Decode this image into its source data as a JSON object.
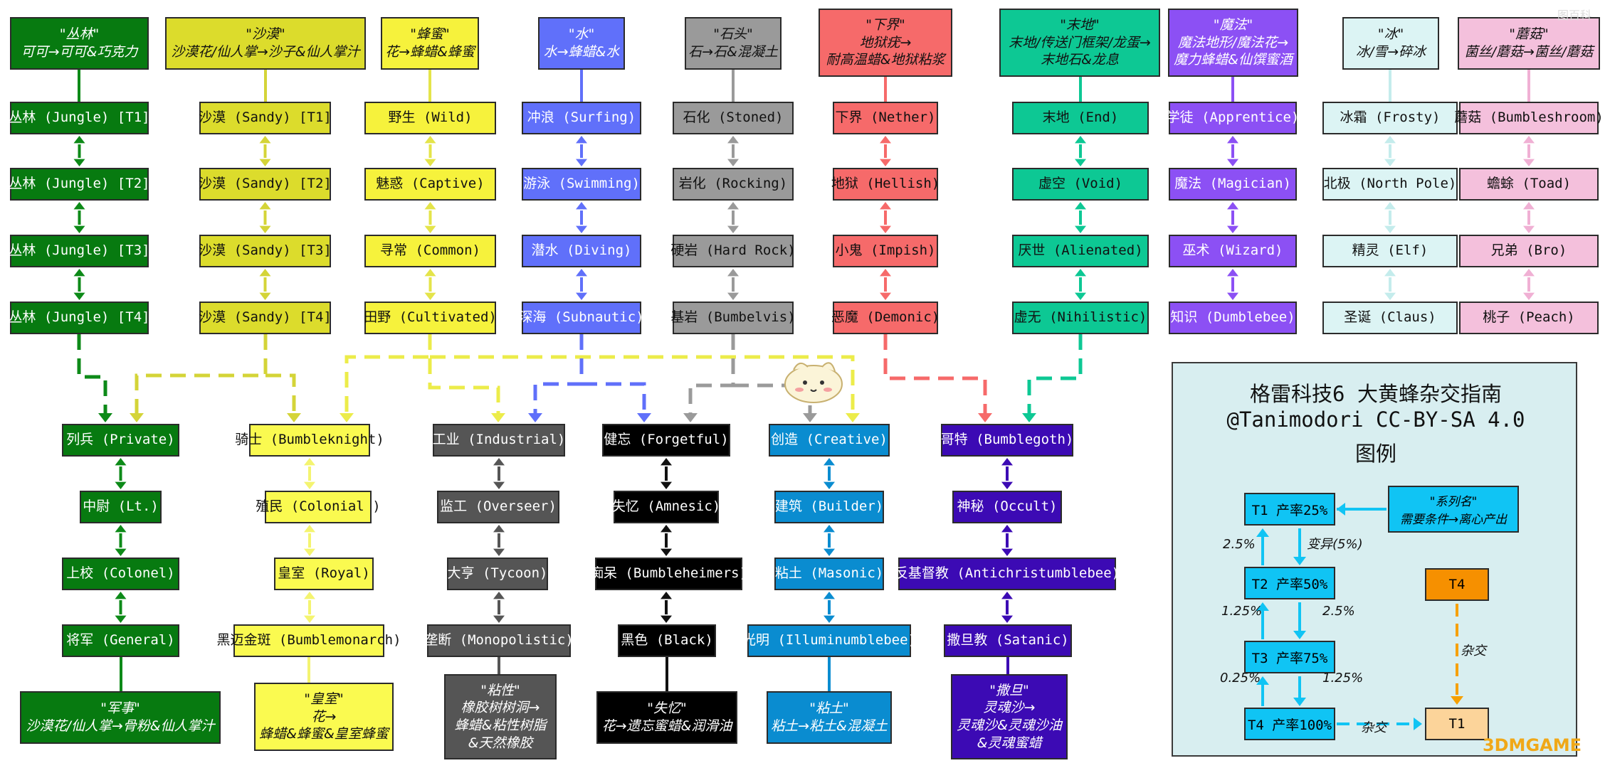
{
  "colors": {
    "jungle": "#077a10",
    "sandy": "#dcdc2c",
    "wild": "#f6f23c",
    "water": "#6070fa",
    "stone": "#9a9a9a",
    "nether": "#f66a6a",
    "end": "#0dc894",
    "magic": "#8c50f4",
    "ice": "#dcf4f4",
    "shroom": "#f4c0dc",
    "private": "#077a10",
    "knight": "#fafa50",
    "industrial": "#555555",
    "forgetful": "#000000",
    "creative": "#0a8cd0",
    "goth": "#3c0ab4",
    "legend_bg": "#d8eef0",
    "legend_t": "#10c4f4",
    "legend_t4": "#f69000",
    "legend_t1": "#fcd49a"
  },
  "headers": [
    {
      "id": "h-jungle",
      "lines": [
        "\"丛林\"",
        "可可→可可&巧克力"
      ]
    },
    {
      "id": "h-sandy",
      "lines": [
        "\"沙漠\"",
        "沙漠花/仙人掌→沙子&仙人掌汁"
      ]
    },
    {
      "id": "h-wild",
      "lines": [
        "\"蜂蜜\"",
        "花→蜂蜡&蜂蜜"
      ]
    },
    {
      "id": "h-water",
      "lines": [
        "\"水\"",
        "水→蜂蜡&水"
      ]
    },
    {
      "id": "h-stone",
      "lines": [
        "\"石头\"",
        "石→石&混凝土"
      ]
    },
    {
      "id": "h-nether",
      "lines": [
        "\"下界\"",
        "地狱疣→",
        "耐高温蜡&地狱粘浆"
      ]
    },
    {
      "id": "h-end",
      "lines": [
        "\"末地\"",
        "末地/传送门框架/龙蛋→",
        "末地石&龙息"
      ]
    },
    {
      "id": "h-magic",
      "lines": [
        "\"魔法\"",
        "魔法地形/魔法花→",
        "魔力蜂蜡&仙馔蜜酒"
      ]
    },
    {
      "id": "h-ice",
      "lines": [
        "\"冰\"",
        "冰/雪→碎冰"
      ]
    },
    {
      "id": "h-shroom",
      "lines": [
        "\"蘑菇\"",
        "菌丝/蘑菇→菌丝/蘑菇"
      ]
    },
    {
      "id": "f-general",
      "lines": [
        "\"军事\"",
        "沙漠花/仙人掌→骨粉&仙人掌汁"
      ]
    },
    {
      "id": "f-royal",
      "lines": [
        "\"皇室\"",
        "花→",
        "蜂蜡&蜂蜜&皇室蜂蜜"
      ]
    },
    {
      "id": "f-industrial",
      "lines": [
        "\"粘性\"",
        "橡胶树树洞→",
        "蜂蜡&粘性树脂",
        "&天然橡胶"
      ]
    },
    {
      "id": "f-forgetful",
      "lines": [
        "\"失忆\"",
        "花→遗忘蜜蜡&润滑油"
      ]
    },
    {
      "id": "f-creative",
      "lines": [
        "\"粘土\"",
        "粘土→粘土&混凝土"
      ]
    },
    {
      "id": "f-goth",
      "lines": [
        "\"撒旦\"",
        "灵魂沙→",
        "灵魂沙&灵魂沙油",
        "&灵魂蜜蜡"
      ]
    }
  ],
  "nodes": {
    "jungle_t1": "丛林 (Jungle) [T1]",
    "jungle_t2": "丛林 (Jungle) [T2]",
    "jungle_t3": "丛林 (Jungle) [T3]",
    "jungle_t4": "丛林 (Jungle) [T4]",
    "sandy_t1": "沙漠 (Sandy) [T1]",
    "sandy_t2": "沙漠 (Sandy) [T2]",
    "sandy_t3": "沙漠 (Sandy) [T3]",
    "sandy_t4": "沙漠 (Sandy) [T4]",
    "wild": "野生 (Wild)",
    "captive": "魅惑 (Captive)",
    "common": "寻常 (Common)",
    "cultivated": "田野 (Cultivated)",
    "surfing": "冲浪 (Surfing)",
    "swimming": "游泳 (Swimming)",
    "diving": "潜水 (Diving)",
    "subnautic": "深海 (Subnautic)",
    "stoned": "石化 (Stoned)",
    "rocking": "岩化 (Rocking)",
    "hardrock": "硬岩 (Hard Rock)",
    "bumbelvis": "基岩 (Bumbelvis)",
    "nether": "下界 (Nether)",
    "hellish": "地狱 (Hellish)",
    "impish": "小鬼 (Impish)",
    "demonic": "恶魔 (Demonic)",
    "end": "末地 (End)",
    "void": "虚空 (Void)",
    "alienated": "厌世 (Alienated)",
    "nihilistic": "虚无 (Nihilistic)",
    "apprentice": "学徒 (Apprentice)",
    "magician": "魔法 (Magician)",
    "wizard": "巫术 (Wizard)",
    "dumblebee": "知识 (Dumblebee)",
    "frosty": "冰霜 (Frosty)",
    "northpole": "北极 (North Pole)",
    "elf": "精灵 (Elf)",
    "claus": "圣诞 (Claus)",
    "bumbleshroom": "蘑菇 (Bumbleshroom)",
    "toad": "蟾蜍 (Toad)",
    "bro": "兄弟 (Bro)",
    "peach": "桃子 (Peach)",
    "private": "列兵 (Private)",
    "lt": "中尉 (Lt.)",
    "colonel": "上校 (Colonel)",
    "general": "将军 (General)",
    "bumbleknight": "骑士 (Bumbleknight)",
    "colonial": "殖民 (Colonial )",
    "royal": "皇室 (Royal)",
    "bumblemonarch": "黑迈金斑 (Bumblemonarch)",
    "industrial": "工业 (Industrial)",
    "overseer": "监工 (Overseer)",
    "tycoon": "大亨 (Tycoon)",
    "monopolistic": "垄断 (Monopolistic)",
    "forgetful": "健忘 (Forgetful)",
    "amnesic": "失忆 (Amnesic)",
    "bumbleheimers": "痴呆 (Bumbleheimers)",
    "black": "黑色 (Black)",
    "creative": "创造 (Creative)",
    "builder": "建筑 (Builder)",
    "masonic": "粘土 (Masonic)",
    "illuminumblebee": "光明 (Illuminumblebee)",
    "bumblegoth": "哥特 (Bumblegoth)",
    "occult": "神秘 (Occult)",
    "antichrist": "反基督教 (Antichristumblebee)",
    "satanic": "撒旦教 (Satanic)"
  },
  "legend": {
    "title_lines": [
      "格雷科技6 大黄蜂杂交指南",
      "@Tanimodori CC-BY-SA 4.0",
      "图例"
    ],
    "t1": "T1 产率25%",
    "t2": "T2 产率50%",
    "t3": "T3 产率75%",
    "t4": "T4 产率100%",
    "series_lines": [
      "\"系列名\"",
      "需要条件→离心产出"
    ],
    "box_t4": "T4",
    "box_t1": "T1",
    "mut": "变异(5%)",
    "p25": "2.5%",
    "p25b": "2.5%",
    "p125": "1.25%",
    "p125b": "1.25%",
    "p025": "0.25%",
    "cross": "杂交",
    "cross2": "杂交"
  },
  "watermark": "3DMGAME",
  "watermark_top": "图百科"
}
